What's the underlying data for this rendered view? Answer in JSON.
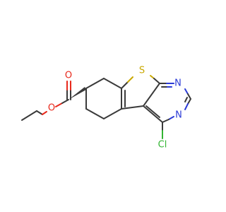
{
  "molecule": {
    "atoms": {
      "sulfur": "S",
      "nitrogen_top": "N",
      "nitrogen_bottom": "N",
      "chlorine": "Cl",
      "oxygen_carbonyl": "O",
      "oxygen_ester": "O"
    },
    "colors": {
      "bond": "#3a3a3a",
      "oxygen": "#e8291c",
      "sulfur": "#c9a800",
      "nitrogen": "#2b3bd6",
      "chlorine": "#33b533"
    }
  }
}
